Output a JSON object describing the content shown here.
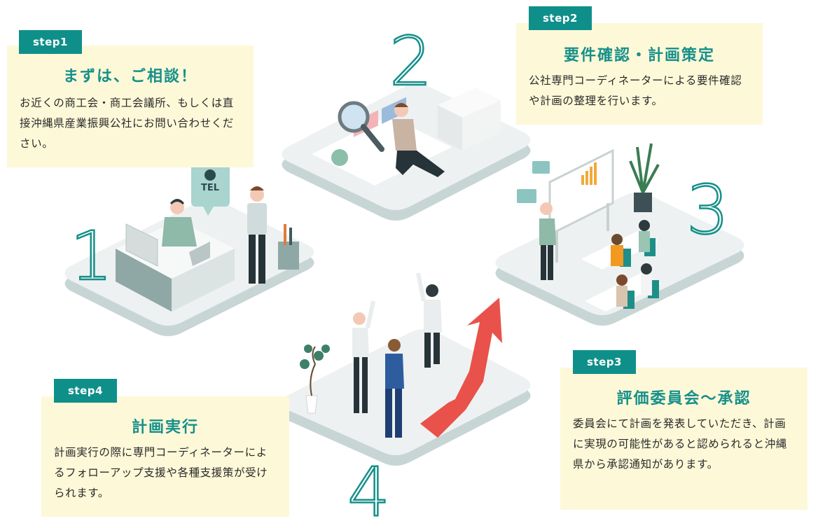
{
  "steps": [
    {
      "tag": "step1",
      "title": "まずは、ご相談！",
      "body": "お近くの商工会・商工会議所、もしくは直接沖縄県産業振興公社にお問い合わせください。",
      "number": "1",
      "illustration": "office-reception-telephone"
    },
    {
      "tag": "step2",
      "title": "要件確認・計画策定",
      "body": "公社専門コーディネーターによる要件確認や計画の整理を行います。",
      "number": "2",
      "illustration": "magnifier-document-review"
    },
    {
      "tag": "step3",
      "title": "評価委員会〜承認",
      "body": "委員会にて計画を発表していただき、計画に実現の可能性があると認められると沖縄県から承認通知があります。",
      "number": "3",
      "illustration": "presentation-meeting"
    },
    {
      "tag": "step4",
      "title": "計画実行",
      "body": "計画実行の際に専門コーディネーターによるフォローアップ支援や各種支援策が受けられます。",
      "number": "4",
      "illustration": "celebration-growth-arrow"
    }
  ],
  "illustration_labels": {
    "tel_bubble": "TEL"
  },
  "colors": {
    "accent": "#0f8f8a",
    "title": "#16908a",
    "note_bg": "#fdf8d8",
    "platform": "#eef1f1",
    "platform_side": "#c7d6d5",
    "arrow": "#e8524a"
  }
}
